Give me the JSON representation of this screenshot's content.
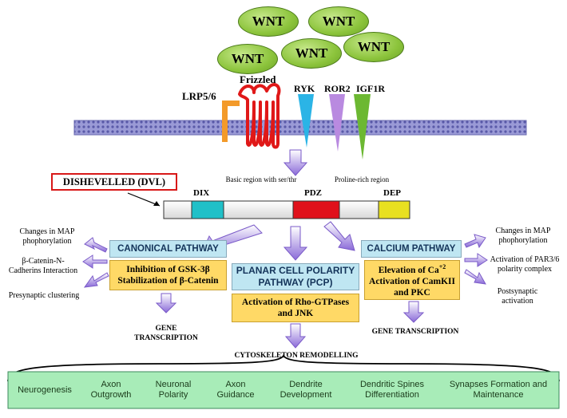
{
  "ligands": [
    "WNT",
    "WNT",
    "WNT",
    "WNT",
    "WNT"
  ],
  "receptors": {
    "lrp": "LRP5/6",
    "frizzled": "Frizzled",
    "ryk": "RYK",
    "ror2": "ROR2",
    "igf1r": "IGF1R"
  },
  "dvl": {
    "title": "DISHEVELLED (DVL)",
    "domains": {
      "dix": "DIX",
      "basic": "Basic region with ser/thr",
      "pdz": "PDZ",
      "proline": "Proline-rich region",
      "dep": "DEP"
    }
  },
  "pathways": {
    "canonical": {
      "title": "CANONICAL PATHWAY",
      "detail": [
        "Inhibition of GSK-3β",
        "Stabilization of β-Catenin"
      ],
      "output": "GENE TRANSCRIPTION",
      "side_effects": [
        "Changes in MAP phophorylation",
        "β-Catenin-N-Cadherins Interaction",
        "Presynaptic clustering"
      ]
    },
    "pcp": {
      "title": "PLANAR CELL POLARITY PATHWAY (PCP)",
      "detail": [
        "Activation of Rho-GTPases",
        "and JNK"
      ],
      "output": "CYTOSKELETON REMODELLING"
    },
    "calcium": {
      "title": "CALCIUM PATHWAY",
      "detail": [
        "Elevation of Ca+2",
        "Activation of CamKII",
        "and PKC"
      ],
      "output": "GENE TRANSCRIPTION",
      "side_effects": [
        "Changes in MAP phophorylation",
        "Activation of PAR3/6 polarity complex",
        "Postsynaptic activation"
      ]
    }
  },
  "outcomes": [
    "Neurogenesis",
    "Axon Outgrowth",
    "Neuronal Polarity",
    "Axon Guidance",
    "Dendrite Development",
    "Dendritic Spines Differentiation",
    "Synapses Formation and Maintenance"
  ],
  "colors": {
    "wnt": "#8cc43c",
    "lrp": "#f39a2a",
    "frizzled": "#e01818",
    "ryk": "#2bb4e6",
    "ror2": "#b98ae0",
    "igf1r": "#6cb832",
    "dix": "#20c0c8",
    "pdz": "#e0101a",
    "dep": "#e8e020",
    "pathway_head": "#bfe6f2",
    "pathway_detail": "#ffd966",
    "outcomes_band": "#a8ecb8",
    "arrow": "#8a6ad8"
  }
}
